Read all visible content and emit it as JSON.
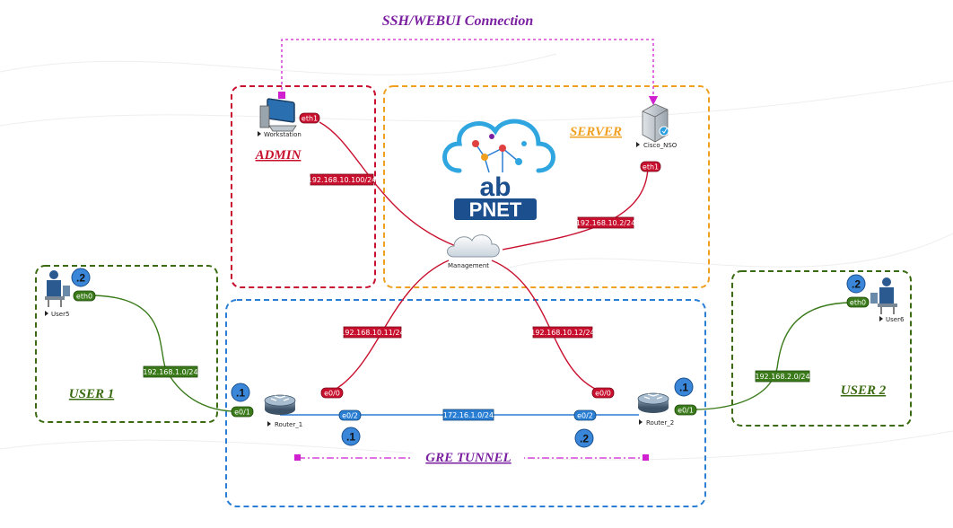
{
  "title": "SSH/WEBUI Connection",
  "logo": {
    "text": "PNET",
    "sub": "ab"
  },
  "colors": {
    "admin": "#c8102e",
    "server": "#f0a020",
    "user": "#3a6b10",
    "gre": "#2a7fd4",
    "red_link": "#c8102e",
    "green_link": "#3a7a1a",
    "blue_link": "#2a7fd4",
    "purple": "#7a1fa0",
    "magenta": "#d020d0",
    "bubble": "#3a86d8"
  },
  "zones": {
    "admin": "ADMIN",
    "server": "SERVER",
    "user1": "USER 1",
    "user2": "USER 2",
    "gre": "GRE TUNNEL"
  },
  "nodes": {
    "workstation": "Workstation",
    "nso": "Cisco_NSO",
    "management": "Management",
    "user5": "User5",
    "user6": "User6",
    "router1": "Router_1",
    "router2": "Router_2"
  },
  "ifaces": {
    "ws_eth1": "eth1",
    "nso_eth1": "eth1",
    "user5_eth0": "eth0",
    "user6_eth0": "eth0",
    "r1_e00": "e0/0",
    "r1_e01": "e0/1",
    "r1_e02": "e0/2",
    "r2_e00": "e0/0",
    "r2_e01": "e0/1",
    "r2_e02": "e0/2"
  },
  "subnets": {
    "ws": "192.168.10.100/24",
    "nso": "192.168.10.2/24",
    "r1_mgmt": "192.168.10.11/24",
    "r2_mgmt": "192.168.10.12/24",
    "lan1": "192.168.1.0/24",
    "lan2": "192.168.2.0/24",
    "tunnel": "172.16.1.0/24"
  },
  "bubbles": {
    "user5": ".2",
    "user6": ".2",
    "r1_lan": ".1",
    "r2_lan": ".1",
    "r1_tun": ".1",
    "r2_tun": ".2"
  }
}
